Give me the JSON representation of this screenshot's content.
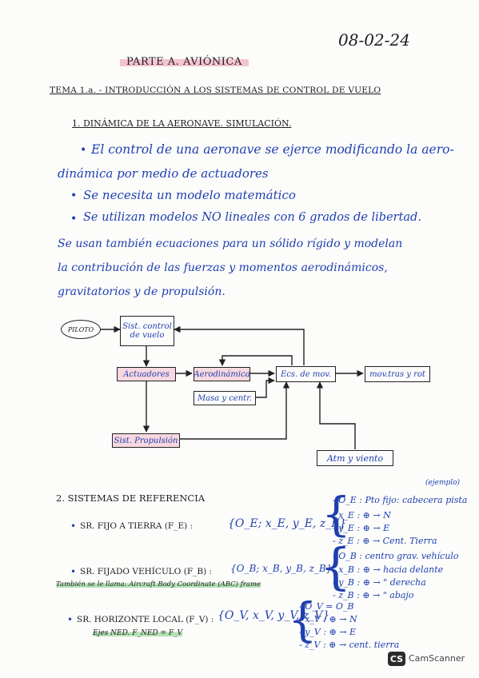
{
  "date": "08-02-24",
  "part_title": "PARTE A. AVIÓNICA",
  "topic_title": "TEMA 1.a. - INTRODUCCIÓN A LOS SISTEMAS DE CONTROL DE VUELO",
  "section1": {
    "title": "1. DINÁMICA DE LA AERONAVE. SIMULACIÓN.",
    "bullets": [
      "El control de una aeronave se ejerce modificando la aero-",
      "dinámica por medio de actuadores",
      "Se necesita un modelo matemático",
      "Se utilizan modelos NO lineales con 6 grados de libertad."
    ],
    "paragraph": [
      "Se usan también ecuaciones para un sólido rígido y modelan",
      "la contribución de las fuerzas y momentos aerodinámicos,",
      "gravitatorios y de propulsión."
    ]
  },
  "diagram": {
    "piloto": "PILOTO",
    "control": "Sist. control de vuelo",
    "actuadores": "Actuadores",
    "aerodinamica": "Aerodinámica",
    "ecs": "Ecs. de mov.",
    "salida": "mov.tras y rot",
    "masa": "Masa y centr.",
    "propulsion": "Sist. Propulsión",
    "atm": "Atm y viento"
  },
  "section2": {
    "title": "2. SISTEMAS DE REFERENCIA",
    "annotation": "(ejemplo)",
    "frames": [
      {
        "label": "SR. FIJO A TIERRA (F_E) :",
        "set": "{O_E; x_E, y_E, z_E}",
        "items": [
          "- O_E : Pto fijo: cabecera pista",
          "- x_E : ⊕ → N",
          "- y_E : ⊕ → E",
          "- z_E : ⊕ → Cent. Tierra"
        ]
      },
      {
        "label": "SR. FIJADO VEHÍCULO (F_B) :",
        "set": "{O_B; x_B, y_B, z_B}",
        "note": "También se le llama: Aircraft Body Coordinate (ABC) frame",
        "items": [
          "- O_B : centro grav. vehículo",
          "- x_B : ⊕ → hacia delante",
          "- y_B : ⊕ → \" derecha",
          "- z_B : ⊕ → \" abajo"
        ]
      },
      {
        "label": "SR. HORIZONTE LOCAL (F_V) :",
        "set": "{O_V, x_V, y_V, z_V}",
        "note": "Ejes NED. F_NED = F_V",
        "items": [
          "- O_V = O_B",
          "- x_V : ⊕ → N",
          "- y_V : ⊕ → E",
          "- z_V : ⊕ → cent. tierra"
        ]
      }
    ]
  },
  "watermark": {
    "logo": "CS",
    "name": "CamScanner"
  }
}
